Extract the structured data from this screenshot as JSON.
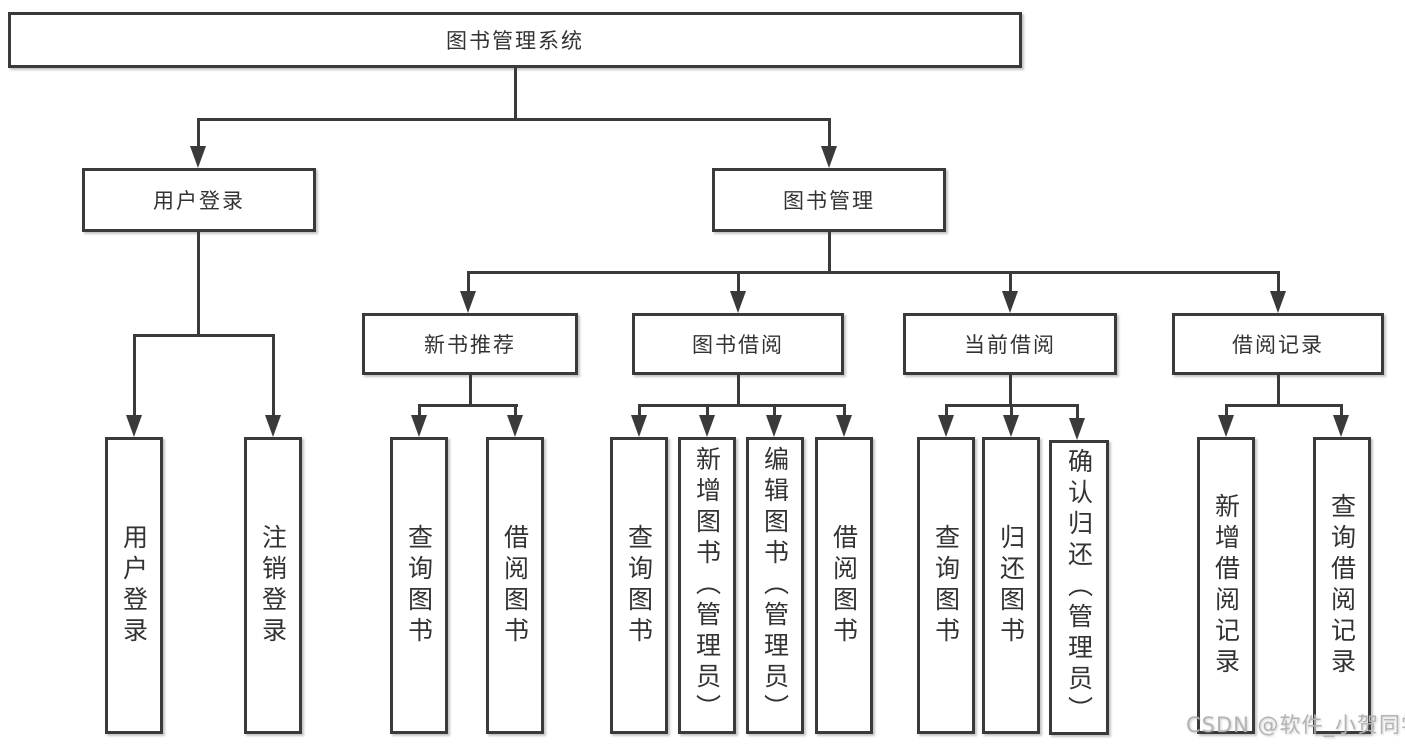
{
  "diagram": {
    "type": "tree",
    "root": {
      "label": "图书管理系统",
      "children": [
        {
          "label": "用户登录",
          "children": [
            {
              "label": "用户登录"
            },
            {
              "label": "注销登录"
            }
          ]
        },
        {
          "label": "图书管理",
          "children": [
            {
              "label": "新书推荐",
              "children": [
                {
                  "label": "查询图书"
                },
                {
                  "label": "借阅图书"
                }
              ]
            },
            {
              "label": "图书借阅",
              "children": [
                {
                  "label": "查询图书"
                },
                {
                  "label": "新增图书（管理员）"
                },
                {
                  "label": "编辑图书（管理员）"
                },
                {
                  "label": "借阅图书"
                }
              ]
            },
            {
              "label": "当前借阅",
              "children": [
                {
                  "label": "查询图书"
                },
                {
                  "label": "归还图书"
                },
                {
                  "label": "确认归还（管理员）"
                }
              ]
            },
            {
              "label": "借阅记录",
              "children": [
                {
                  "label": "新增借阅记录"
                },
                {
                  "label": "查询借阅记录"
                }
              ]
            }
          ]
        }
      ]
    },
    "colors": {
      "line": "#3a3a3a",
      "box_border": "#3a3a3a",
      "box_background": "#ffffff",
      "text": "#333333",
      "watermark": "#b4b4b4",
      "page_background": "#ffffff"
    }
  },
  "watermark": {
    "text": "CSDN @软件_小贺同学"
  }
}
